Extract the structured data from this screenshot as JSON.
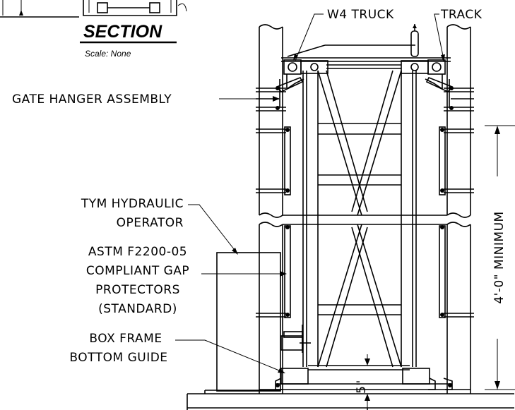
{
  "section": {
    "title": "SECTION",
    "scale": "Scale: None"
  },
  "labels": {
    "w4_truck": "W4 TRUCK",
    "track": "TRACK",
    "gate_hanger": "GATE HANGER ASSEMBLY",
    "tym_line1": "TYM HYDRAULIC",
    "tym_line2": "OPERATOR",
    "astm_line1": "ASTM F2200-05",
    "astm_line2": "COMPLIANT GAP",
    "astm_line3": "PROTECTORS",
    "astm_line4": "(STANDARD)",
    "box_line1": "BOX FRAME",
    "box_line2": "BOTTOM GUIDE"
  },
  "dimensions": {
    "height_min": "4'-0\" MINIMUM",
    "gap": "5\""
  }
}
